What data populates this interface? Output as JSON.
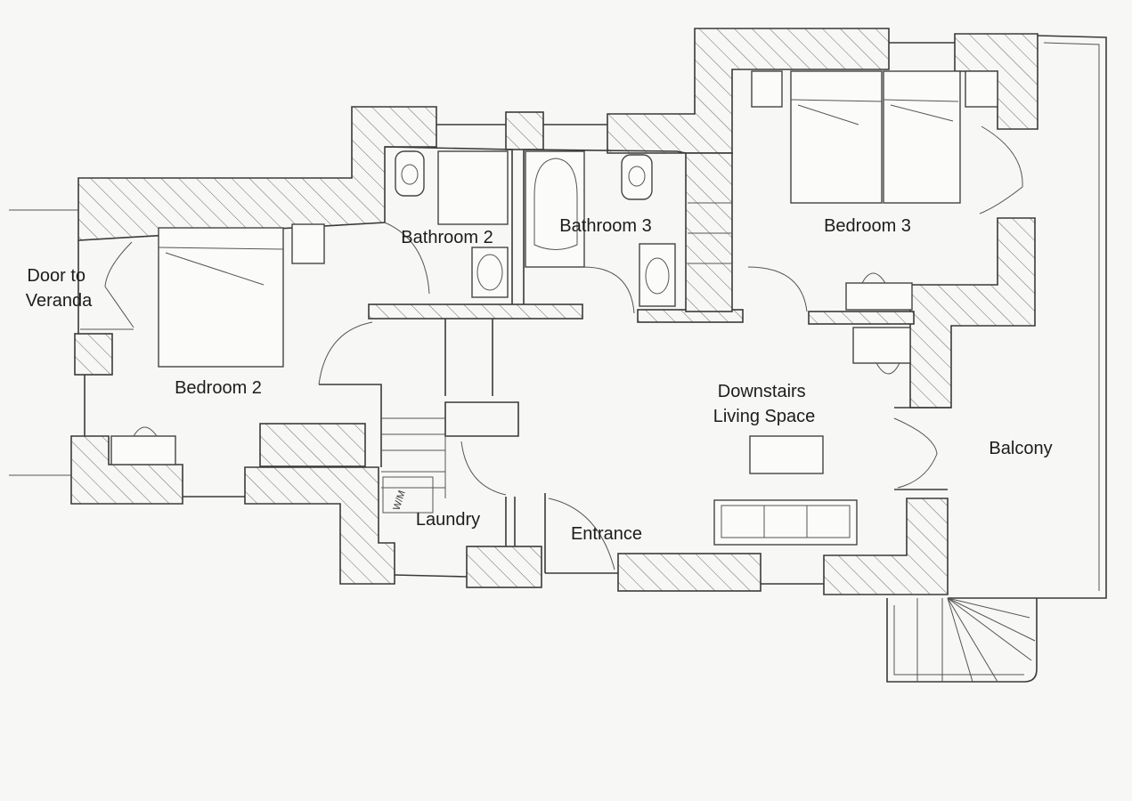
{
  "rooms": {
    "door_to_veranda": [
      "Door to",
      "Veranda"
    ],
    "bedroom2": "Bedroom 2",
    "bathroom2": "Bathroom 2",
    "bathroom3": "Bathroom 3",
    "bedroom3": "Bedroom 3",
    "living": [
      "Downstairs",
      "Living Space"
    ],
    "balcony": "Balcony",
    "laundry": "Laundry",
    "entrance": "Entrance"
  },
  "fixtures": {
    "washing_machine": "W/M"
  },
  "colors": {
    "paper": "#f7f7f6",
    "pencil": "#3a3a3a"
  }
}
